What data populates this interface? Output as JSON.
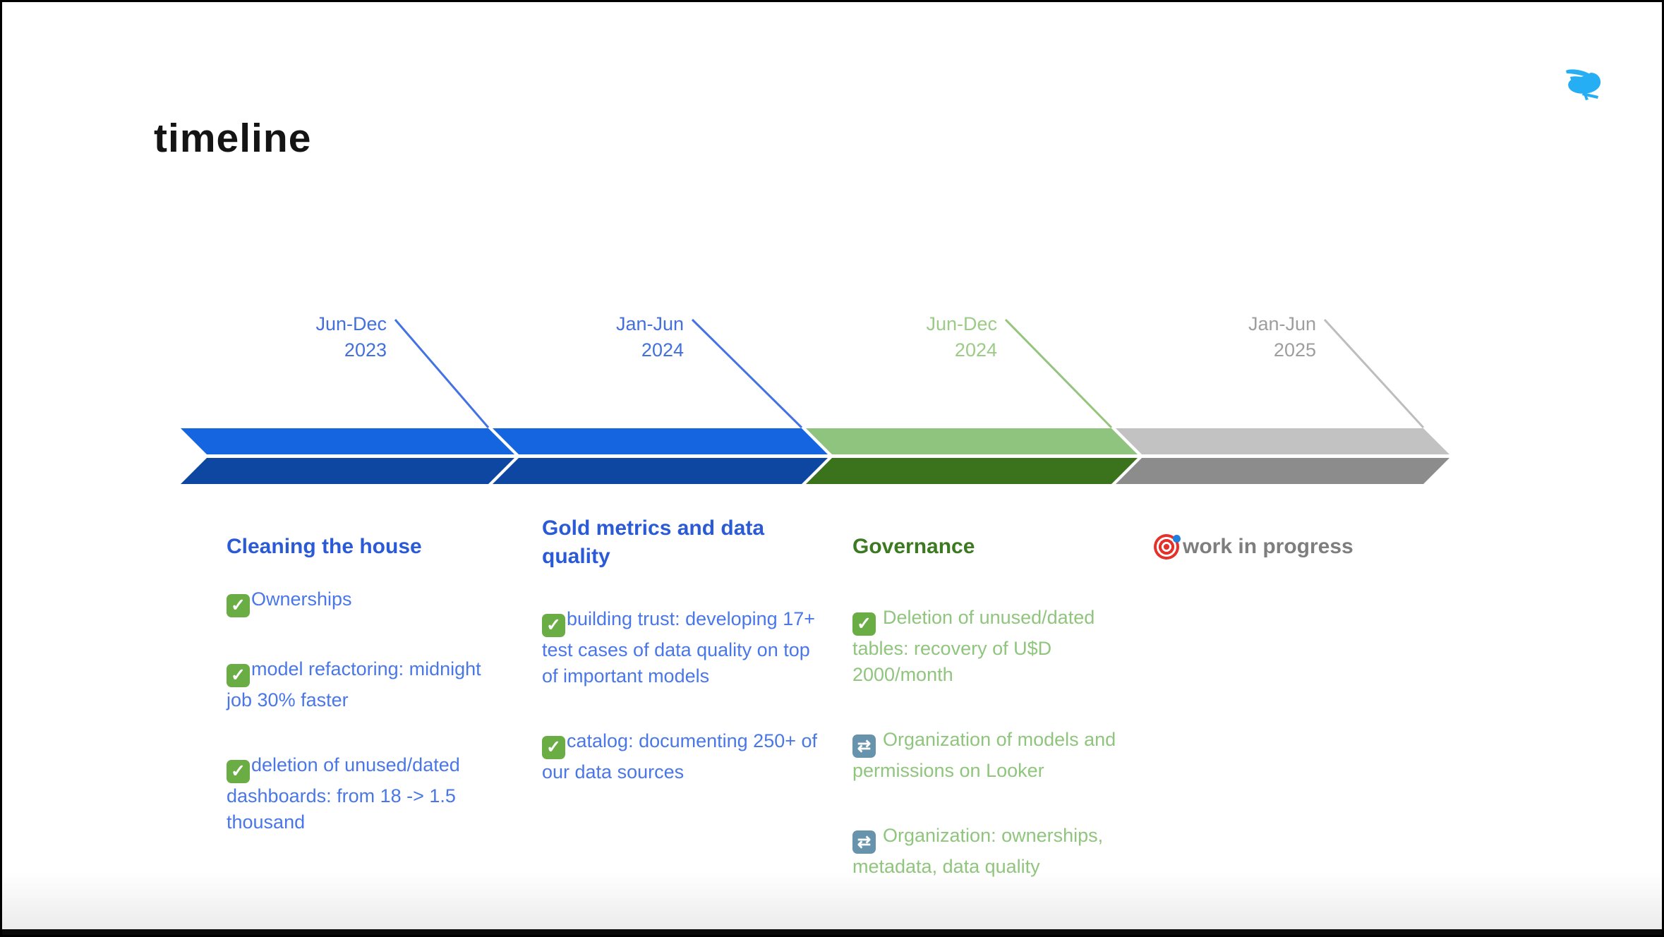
{
  "slide": {
    "title": "timeline"
  },
  "logo": {
    "icon": "rabbit-icon",
    "color": "#25AEF3"
  },
  "phases": [
    {
      "period1": "Jun-Dec",
      "period2": "2023",
      "period_color": "#4470DB",
      "line_color": "#4472E4",
      "arrow_top": "#1565E0",
      "arrow_bottom": "#0D47A1",
      "heading": "Cleaning the house",
      "heading_color": "#2B5AD6",
      "text_color": "#4A77E8",
      "items": [
        {
          "icon": "check",
          "text": "Ownerships"
        },
        {
          "icon": "check",
          "text": "model refactoring: midnight job 30% faster"
        },
        {
          "icon": "check",
          "text": "deletion of unused/dated dashboards: from 18 -> 1.5 thousand"
        }
      ]
    },
    {
      "period1": "Jan-Jun",
      "period2": "2024",
      "period_color": "#4470DB",
      "line_color": "#4472E4",
      "arrow_top": "#1565E0",
      "arrow_bottom": "#0D47A1",
      "heading": "Gold metrics and data quality",
      "heading_color": "#2B5AD6",
      "text_color": "#4A77E8",
      "items": [
        {
          "icon": "check",
          "text": "building trust: developing 17+ test cases of data quality on top of important models"
        },
        {
          "icon": "check",
          "text": "catalog: documenting 250+ of our data sources"
        }
      ]
    },
    {
      "period1": "Jun-Dec",
      "period2": "2024",
      "period_color": "#9CCB87",
      "line_color": "#94C47E",
      "arrow_top": "#8EC47D",
      "arrow_bottom": "#3B731D",
      "heading": "Governance",
      "heading_color": "#3C7A21",
      "text_color": "#90C57E",
      "items": [
        {
          "icon": "check",
          "text": "Deletion of unused/dated tables: recovery of U$D 2000/month"
        },
        {
          "icon": "refresh",
          "text": "Organization of models and permissions on Looker"
        },
        {
          "icon": "refresh",
          "text": "Organization: ownerships, metadata, data quality"
        }
      ]
    },
    {
      "period1": "Jan-Jun",
      "period2": "2025",
      "period_color": "#9E9E9E",
      "line_color": "#BDBDBD",
      "arrow_top": "#C2C2C2",
      "arrow_bottom": "#8C8C8C",
      "heading": "work in progress",
      "heading_color": "#7E7E7E",
      "text_color": "#7E7E7E",
      "heading_icon": "target",
      "items": []
    }
  ],
  "icons": {
    "check_bg": "#6BAD45",
    "refresh_bg": "#6794AC",
    "target_colors": [
      "#e8302a",
      "#ffffff",
      "#1f7fe0"
    ]
  }
}
